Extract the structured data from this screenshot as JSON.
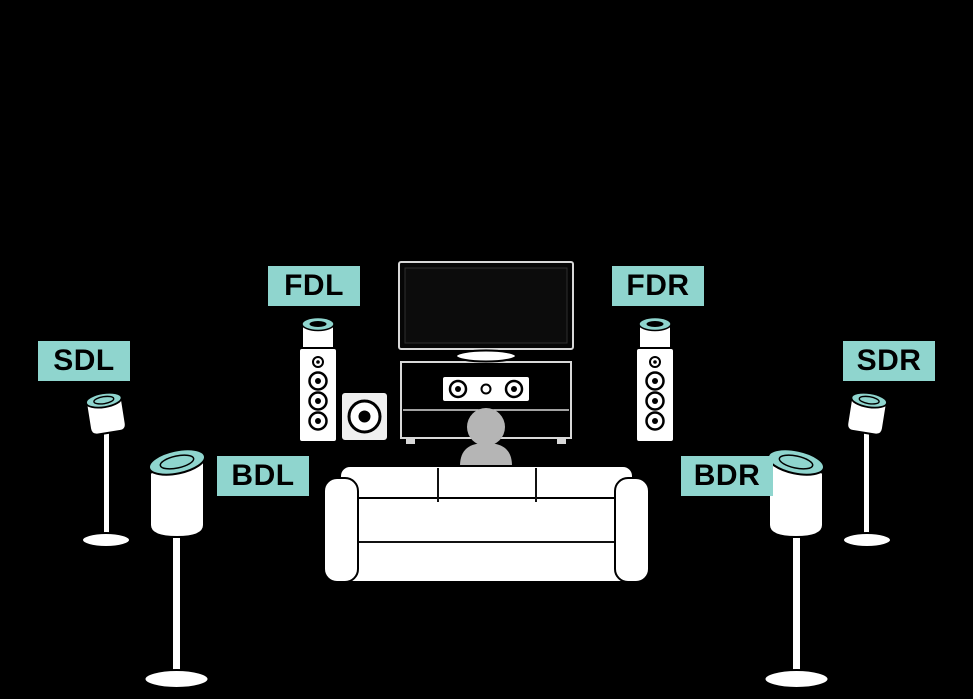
{
  "colors": {
    "background": "#000000",
    "label_background": "#8FD5CE",
    "label_text": "#000000",
    "speaker_accent": "#8FD5CE",
    "listener_gray": "#B5B5B5"
  },
  "labels": {
    "fdl": "FDL",
    "fdr": "FDR",
    "sdl": "SDL",
    "sdr": "SDR",
    "bdl": "BDL",
    "bdr": "BDR"
  }
}
